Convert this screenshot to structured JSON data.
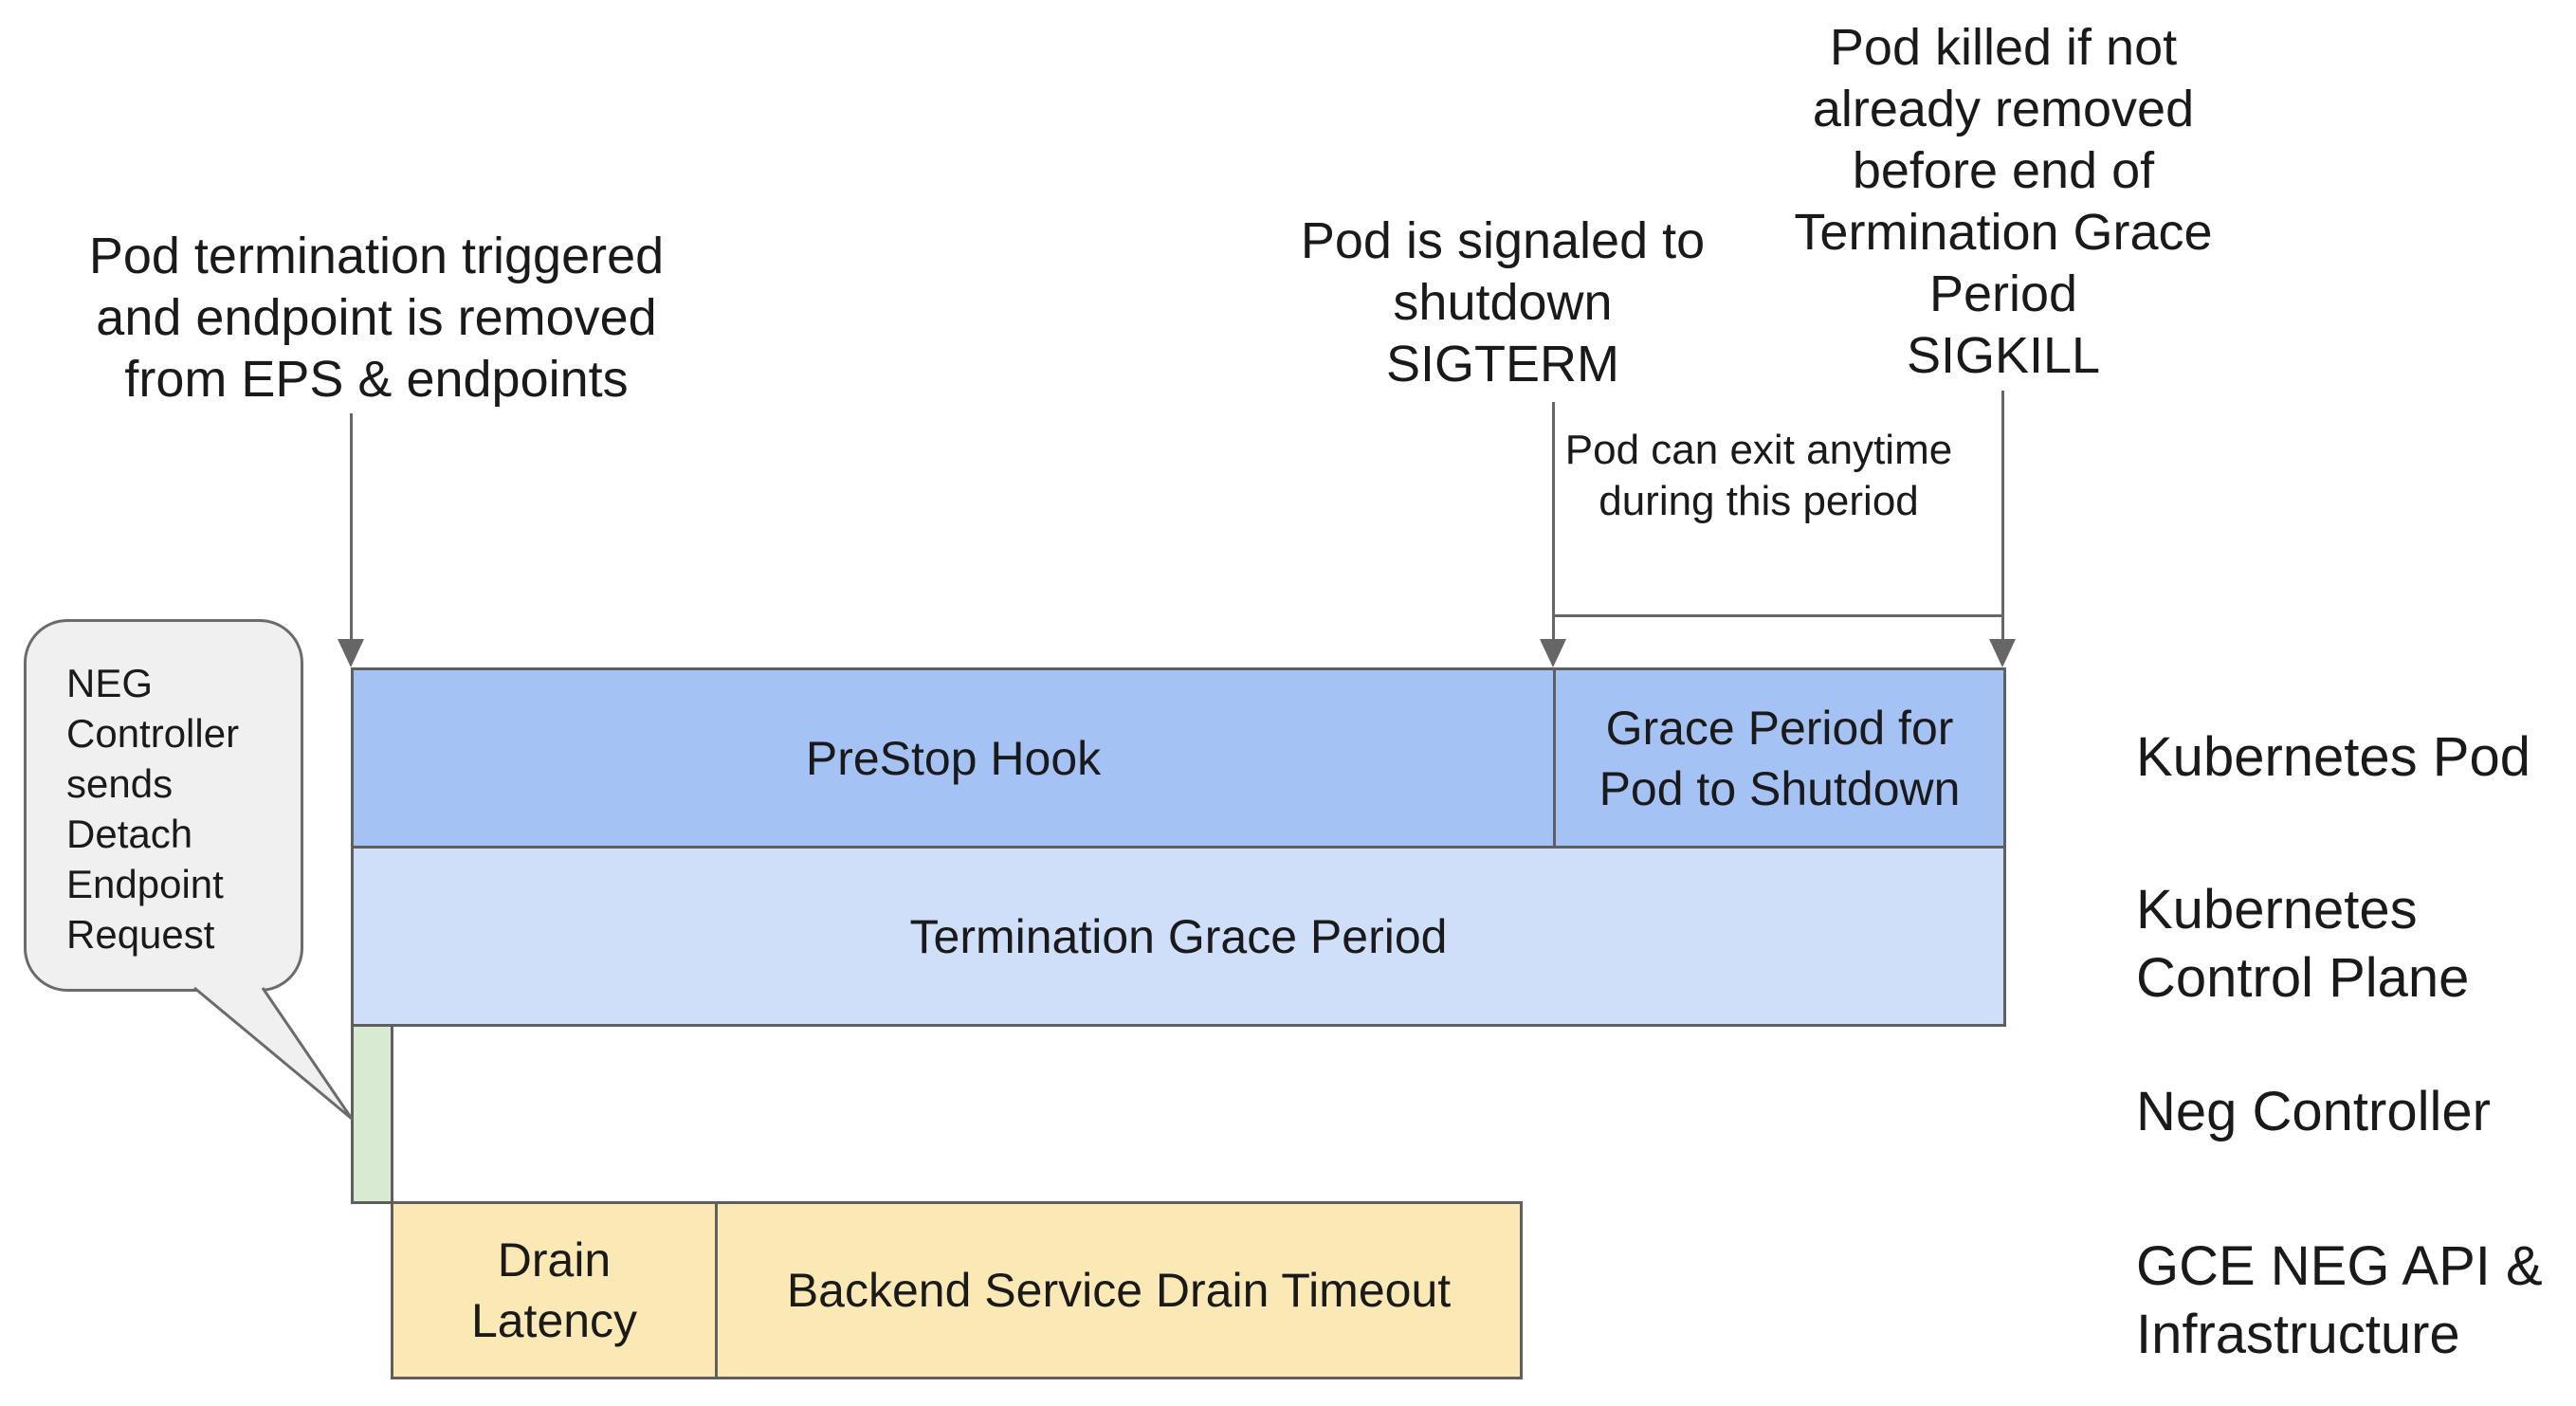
{
  "annotations": {
    "pod_termination": {
      "lines": [
        "Pod termination triggered",
        "and endpoint is removed",
        "from EPS & endpoints"
      ]
    },
    "sigterm": {
      "lines": [
        "Pod is signaled to",
        "shutdown",
        "SIGTERM"
      ]
    },
    "sigkill": {
      "lines": [
        "Pod killed if not",
        "already removed",
        "before end of",
        "Termination Grace",
        "Period",
        "SIGKILL"
      ]
    },
    "exit_note": {
      "lines": [
        "Pod can exit anytime",
        "during this period"
      ]
    }
  },
  "bubble": {
    "lines": [
      "NEG",
      "Controller",
      "sends",
      "Detach",
      "Endpoint",
      "Request"
    ]
  },
  "bars": {
    "prestop_label": "PreStop Hook",
    "grace_period_lines": [
      "Grace Period for",
      "Pod to Shutdown"
    ],
    "termination_grace_label": "Termination Grace Period",
    "drain_latency_lines": [
      "Drain",
      "Latency"
    ],
    "backend_drain_label": "Backend Service Drain Timeout"
  },
  "lane_labels": {
    "kubernetes_pod": "Kubernetes Pod",
    "kubernetes_control_plane_lines": [
      "Kubernetes",
      "Control Plane"
    ],
    "neg_controller": "Neg Controller",
    "gce_neg_lines": [
      "GCE NEG API &",
      "Infrastructure"
    ]
  },
  "colors": {
    "pod_row_fill": "#a4c2f4",
    "control_plane_row_fill": "#cfdef9",
    "neg_controller_fill": "#d9ead3",
    "gce_row_fill": "#fbe9b5",
    "bar_border": "#5f5f5f",
    "connector": "#666666",
    "bubble_fill": "#f0f0f0",
    "bubble_border": "#6b6b6b",
    "text": "#1a1a1a",
    "background": "#ffffff"
  }
}
